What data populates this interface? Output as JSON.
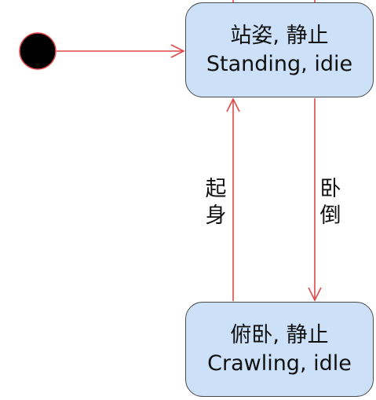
{
  "diagram": {
    "states": {
      "standing": {
        "line1": "站姿, 静止",
        "line2": "Standing, idie"
      },
      "crawling": {
        "line1": "俯卧, 静止",
        "line2": "Crawling, idle"
      }
    },
    "transitions": {
      "rise_label": "起身",
      "lie_down_label": "卧倒"
    }
  },
  "colors": {
    "state_fill": "#cce0f8",
    "state_border": "#4a4a4a",
    "arrow": "#e04848",
    "initial_node": "#000000",
    "initial_node_border": "#e04848"
  }
}
